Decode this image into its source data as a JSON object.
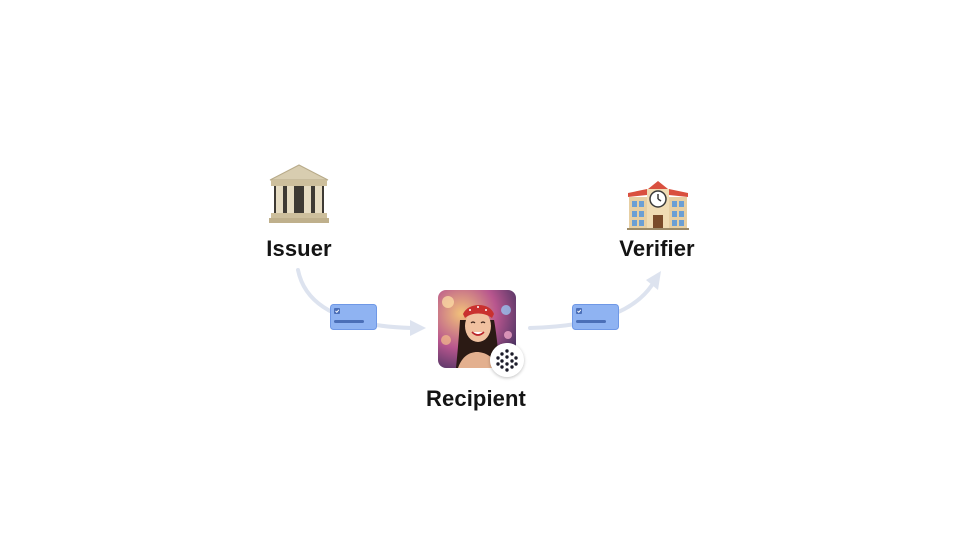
{
  "nodes": {
    "issuer": {
      "label": "Issuer",
      "icon": "classical-building-icon"
    },
    "recipient": {
      "label": "Recipient",
      "icon": "person-photo-avatar"
    },
    "verifier": {
      "label": "Verifier",
      "icon": "school-building-icon"
    }
  },
  "badge_icon": "dotted-pattern-logo-icon",
  "credential_icon": "credential-card-icon",
  "colors": {
    "arrow": "#dde3ef",
    "card_fill": "#8fb3f2",
    "card_stroke": "#6f98e6",
    "card_bar": "#4b6fb8",
    "label": "#141414"
  }
}
